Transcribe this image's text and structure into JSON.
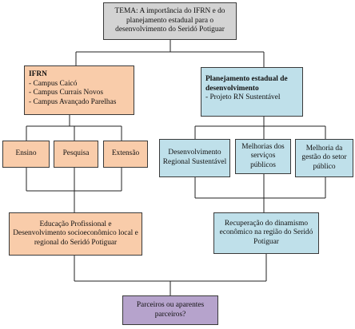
{
  "theme_box": "TEMA: A importância do IFRN e do planejamento estadual para o desenvolvimento do Seridó Potiguar",
  "ifrn": {
    "title": "IFRN",
    "items": [
      "- Campus Caicó",
      "- Campus Currais Novos",
      "- Campus Avançado Parelhas"
    ]
  },
  "planejamento": {
    "title": "Planejamento estadual de desenvolvimento",
    "items": [
      "- Projeto RN Sustentável"
    ]
  },
  "ifrn_children": [
    "Ensino",
    "Pesquisa",
    "Extensão"
  ],
  "planejamento_children": [
    "Desenvolvimento Regional Sustentável",
    "Melhorias dos serviços públicos",
    "Melhoria da gestão do setor público"
  ],
  "educacao_box": "Educação Profissional e Desenvolvimento socioeconômico local e regional do Seridó Potiguar",
  "recuperacao_box": "Recuperação do dinamismo econômico na região do Seridó Potiguar",
  "parceiros_box": "Parceiros ou aparentes parceiros?",
  "colors": {
    "gray": "#d3d3d3",
    "orange": "#f9ccaa",
    "blue": "#bfe0ea",
    "purple": "#b6a3cc"
  }
}
